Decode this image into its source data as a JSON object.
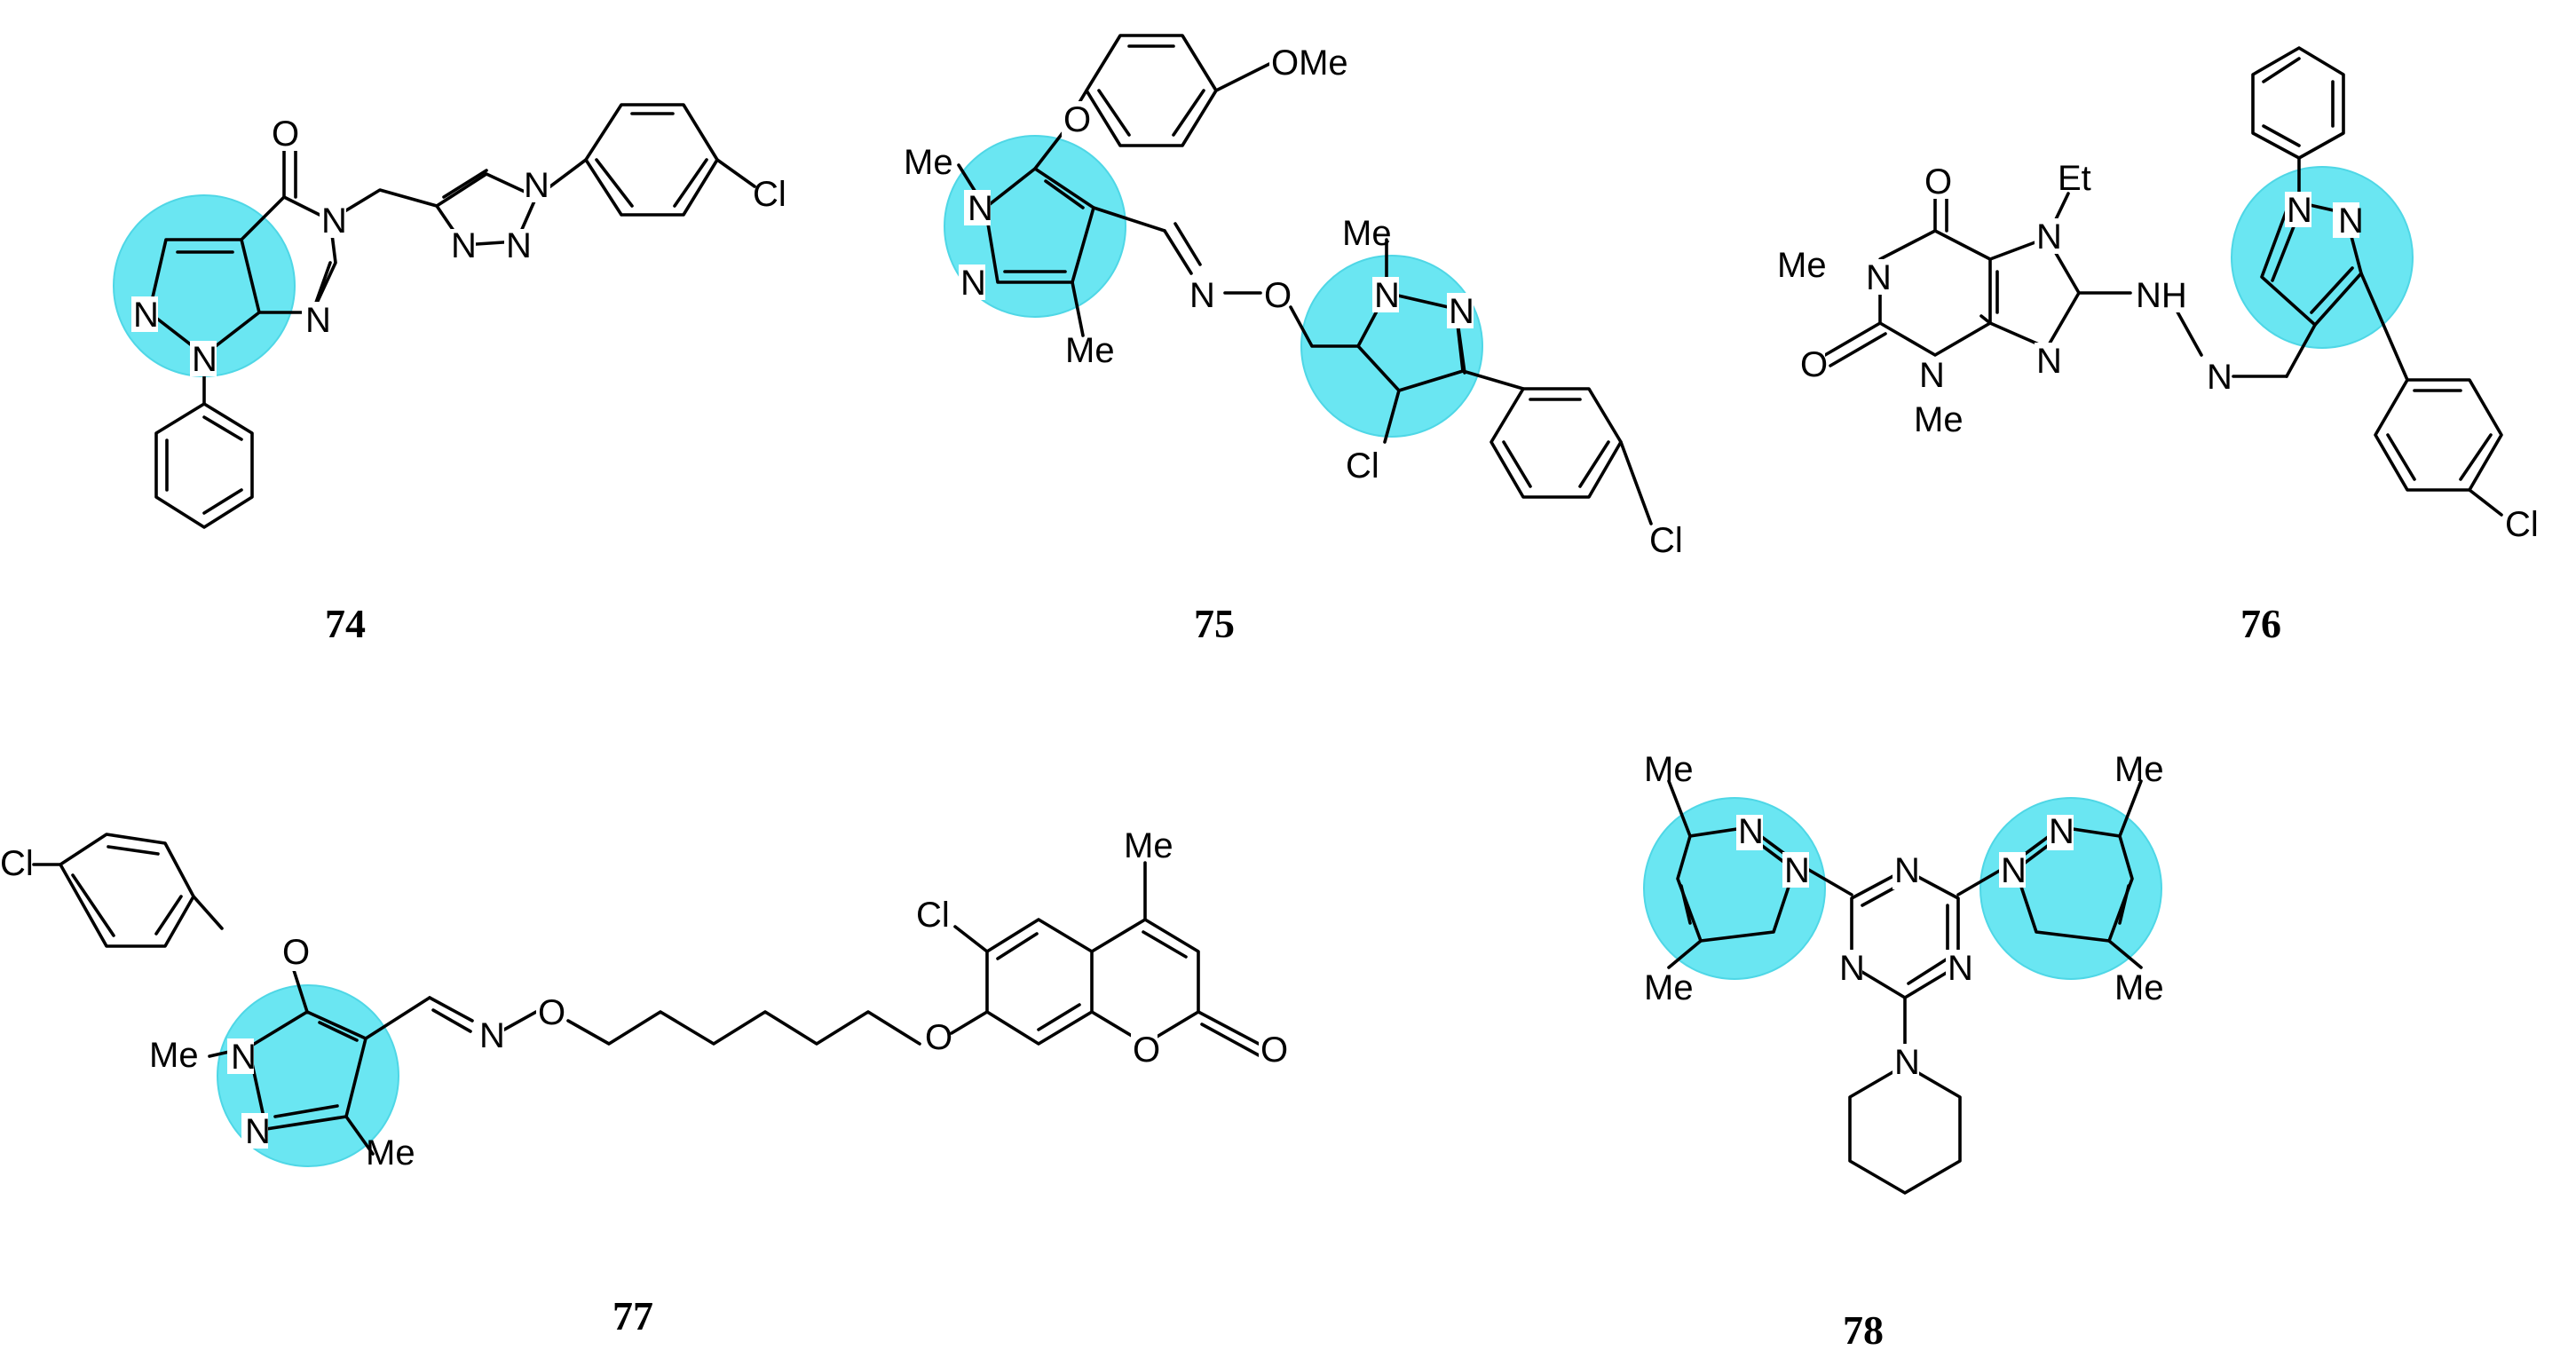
{
  "highlight_color": "#6ae6f2",
  "compounds": [
    {
      "id": "74",
      "label": "74"
    },
    {
      "id": "75",
      "label": "75"
    },
    {
      "id": "76",
      "label": "76"
    },
    {
      "id": "77",
      "label": "77"
    },
    {
      "id": "78",
      "label": "78"
    }
  ],
  "atoms": {
    "c74": {
      "o": "O",
      "n3": "N",
      "n_bot": "N",
      "n_tz1": "N",
      "n_tz2": "N",
      "n_tz3": "N",
      "n_pz1": "N",
      "n_pz2": "N",
      "cl": "Cl"
    },
    "c75": {
      "ome": "OMe",
      "o_ph": "O",
      "me_n1": "Me",
      "n1": "N",
      "n2": "N",
      "me_c3": "Me",
      "n_ox": "N",
      "o_ox": "O",
      "me_n2": "Me",
      "n3": "N",
      "n4": "N",
      "cl_pz": "Cl",
      "cl_ph": "Cl"
    },
    "c76": {
      "o1": "O",
      "o2": "O",
      "me1": "Me",
      "n1": "N",
      "n3": "N",
      "me3": "Me",
      "n7": "N",
      "et": "Et",
      "n9": "N",
      "nh": "H",
      "nhn": "N",
      "n_eq": "N",
      "n_pz1": "N",
      "n_pz2": "N",
      "cl": "Cl"
    },
    "c77": {
      "cl_ph": "Cl",
      "o_ph": "O",
      "me_n": "Me",
      "n1": "N",
      "n2": "N",
      "me_c": "Me",
      "n_ox": "N",
      "o_ox": "O",
      "o_cm": "O",
      "cl_cm": "Cl",
      "me_cm": "Me",
      "o_ring": "O",
      "o_co": "O"
    },
    "c78": {
      "me_tl": "Me",
      "me_bl": "Me",
      "me_tr": "Me",
      "me_br": "Me",
      "n_l1": "N",
      "n_l2": "N",
      "n_r1": "N",
      "n_r2": "N",
      "n_tz_t": "N",
      "n_tz_l": "N",
      "n_tz_r": "N",
      "n_pip": "N"
    }
  }
}
